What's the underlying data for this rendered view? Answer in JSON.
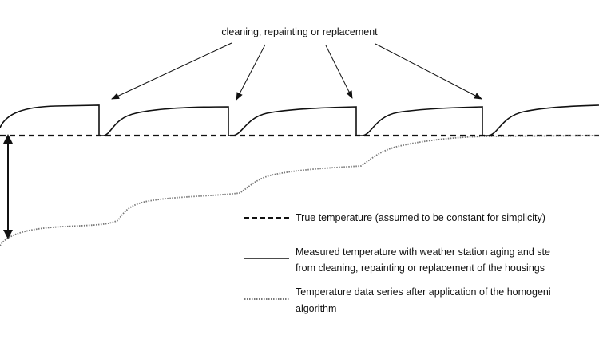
{
  "annotation": "cleaning, repainting or replacement",
  "legend": {
    "true_temperature": "True temperature (assumed to be constant for simplicity)",
    "measured_line1": "Measured temperature with weather station aging and ste",
    "measured_line2": "from cleaning, repainting or replacement of the housings",
    "homogenized_line1": "Temperature data series after application of the homogeni",
    "homogenized_line2": "algorithm"
  },
  "colors": {
    "ink": "#111111",
    "dotted": "#777777"
  }
}
